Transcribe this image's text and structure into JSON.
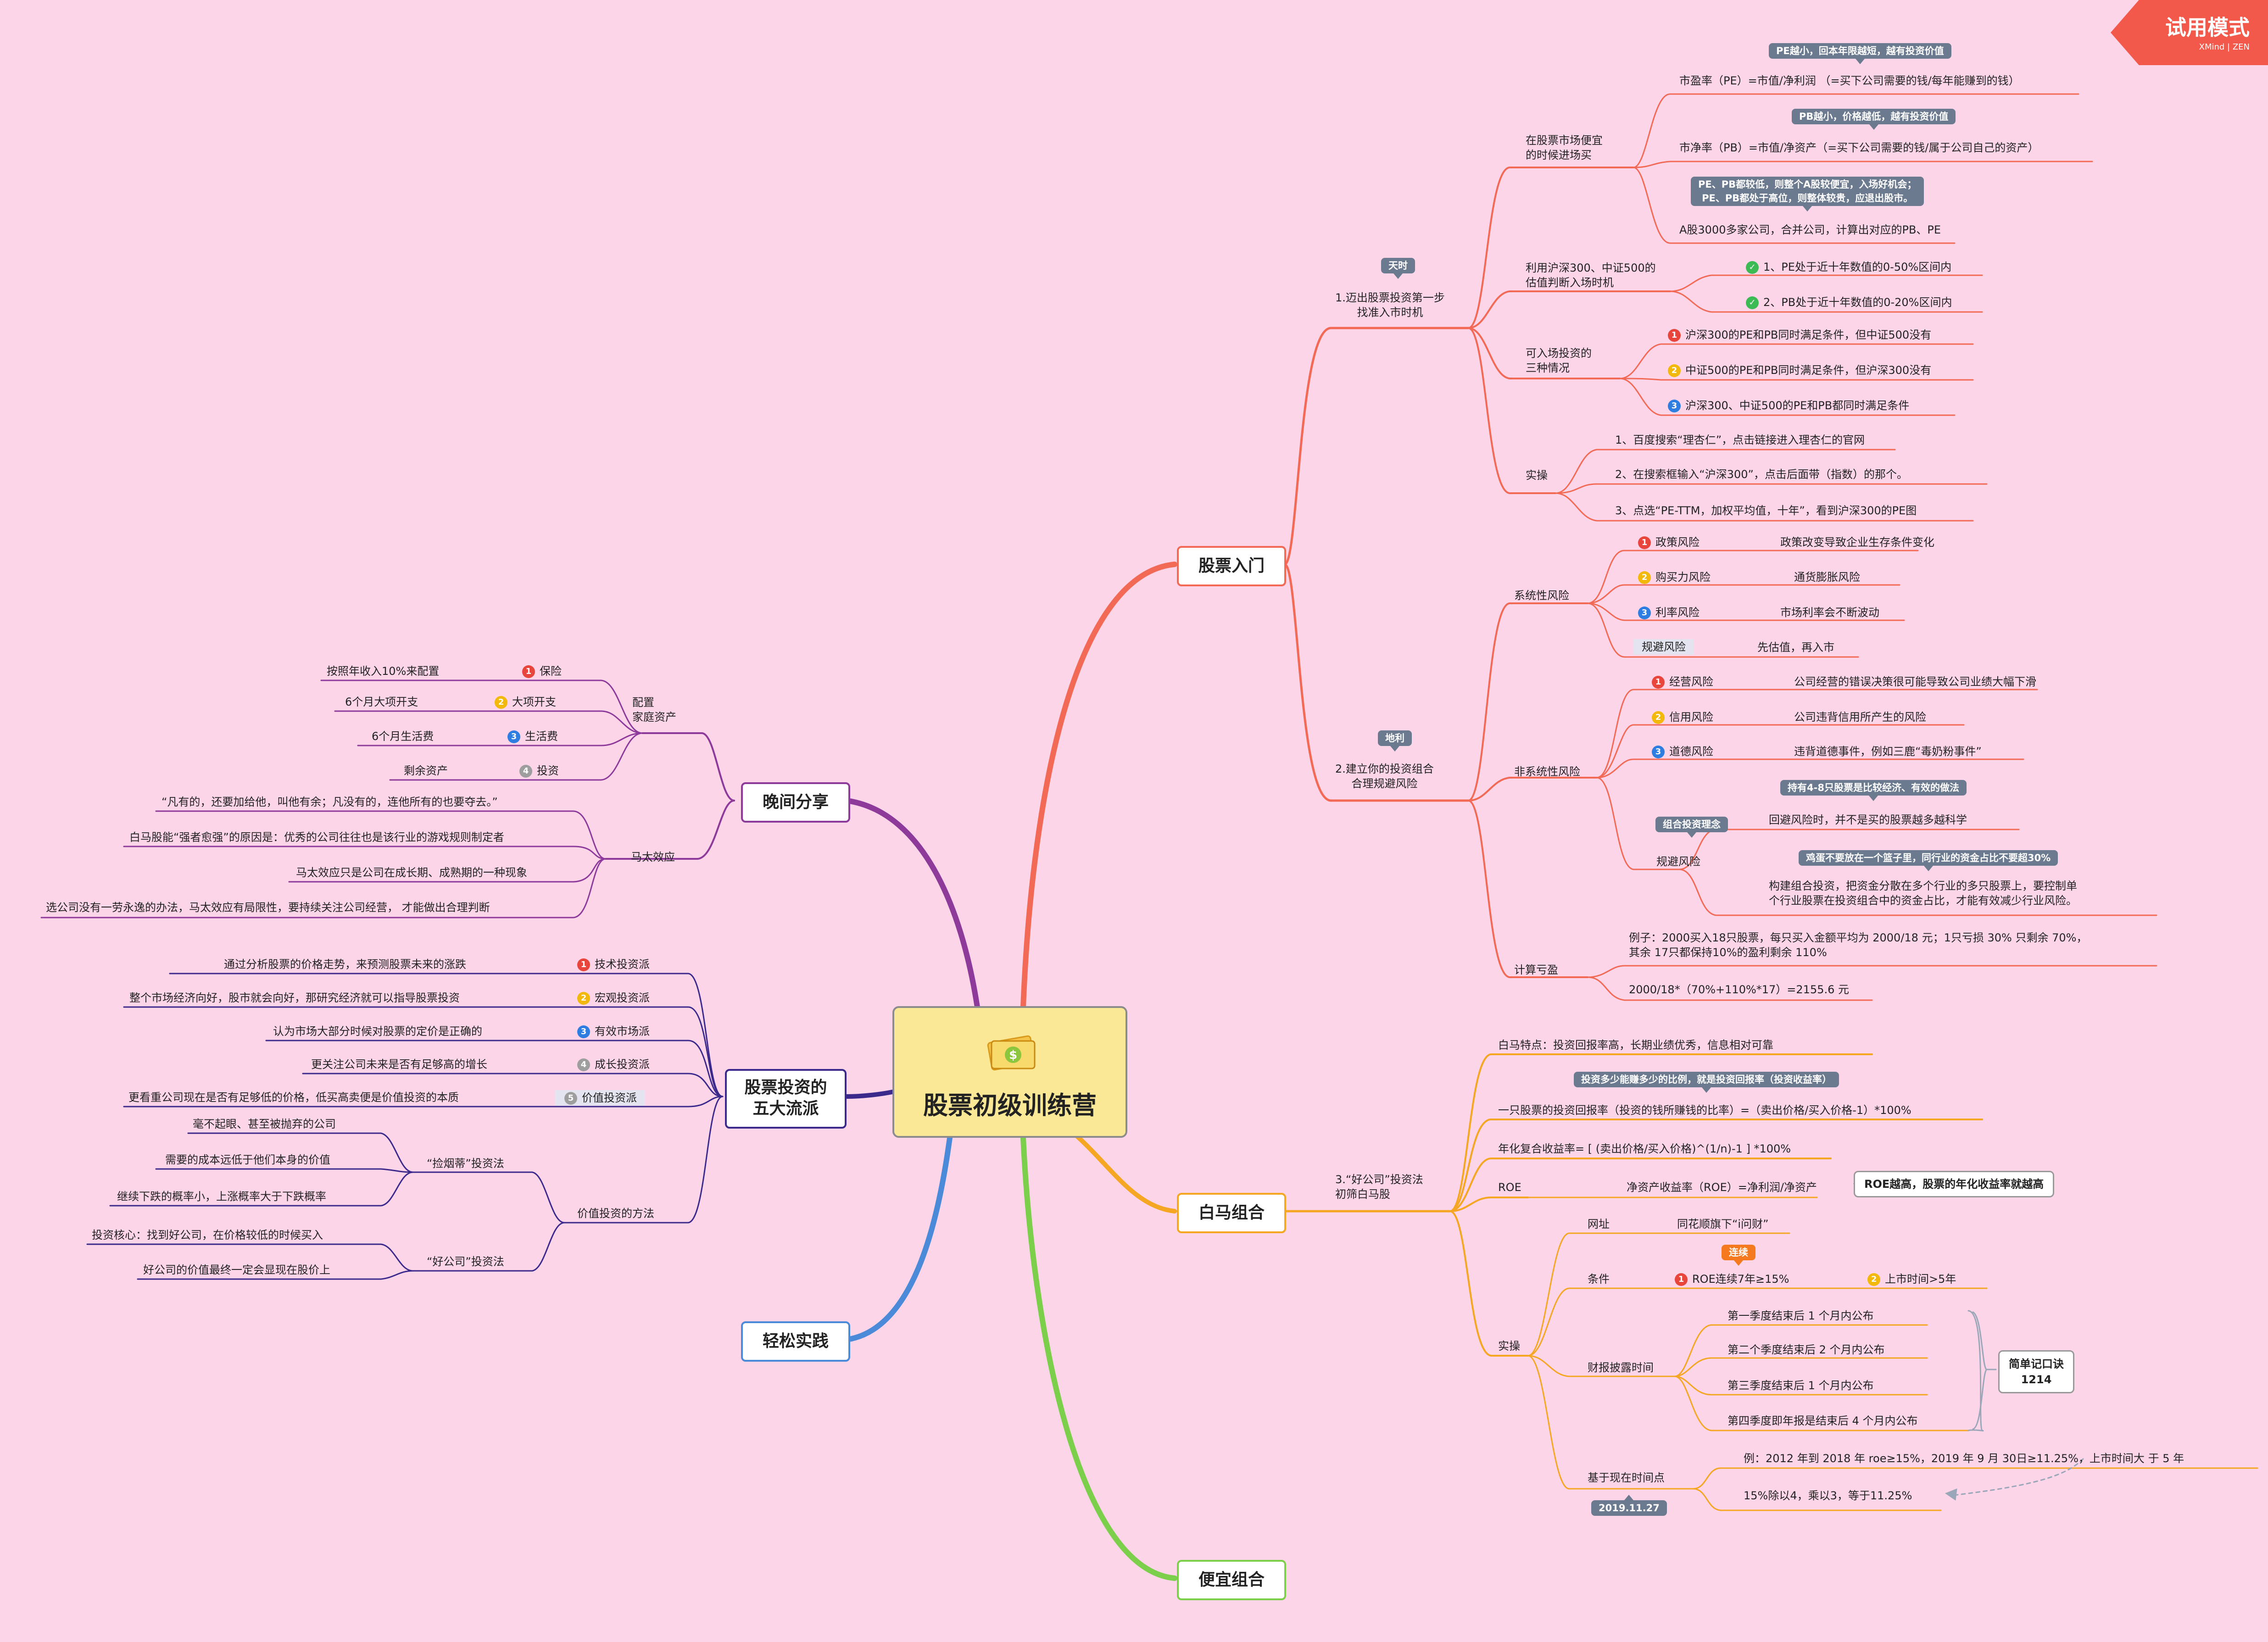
{
  "watermark": {
    "label": "试用模式",
    "sub": "XMind | ZEN"
  },
  "center": {
    "title": "股票初级训练营"
  },
  "branches": {
    "gprm": "股票入门",
    "bmzh": "白马组合",
    "pyzh": "便宜组合",
    "qsss": "轻松实践",
    "wjfx": "晚间分享",
    "wdlp": "股票投资的\n五大流派"
  },
  "gprm": {
    "tag_tianshi": "天时",
    "s1": "1.迈出股票投资第一步\n找准入市时机",
    "s1a": "在股票市场便宜\n的时候进场买",
    "pe_tag": "PE越小，回本年限越短，越有投资价值",
    "pe": "市盈率（PE）=市值/净利润 （=买下公司需要的钱/每年能赚到的钱）",
    "pb_tag": "PB越小，价格越低，越有投资价值",
    "pb": "市净率（PB）=市值/净资产（=买下公司需要的钱/属于公司自己的资产）",
    "a3000_tag": "PE、PB都较低，则整个A股较便宜，入场好机会；\nPE、PB都处于高位，则整体较贵，应退出股市。",
    "a3000": "A股3000多家公司，合并公司，计算出对应的PB、PE",
    "s1b": "利用沪深300、中证500的\n估值判断入场时机",
    "s1b1": "1、PE处于近十年数值的0-50%区间内",
    "s1b2": "2、PB处于近十年数值的0-20%区间内",
    "s1c": "可入场投资的\n三种情况",
    "s1c1": "沪深300的PE和PB同时满足条件，但中证500没有",
    "s1c2": "中证500的PE和PB同时满足条件，但沪深300没有",
    "s1c3": "沪深300、中证500的PE和PB都同时满足条件",
    "s1d": "实操",
    "s1d1": "1、百度搜索“理杏仁”，点击链接进入理杏仁的官网",
    "s1d2": "2、在搜索框输入“沪深300”，点击后面带（指数）的那个。",
    "s1d3": "3、点选“PE-TTM，加权平均值，十年”，看到沪深300的PE图",
    "tag_dili": "地利",
    "s2": "2.建立你的投资组合\n合理规避风险",
    "sys": "系统性风险",
    "sys1": "政策风险",
    "sys1d": "政策改变导致企业生存条件变化",
    "sys2": "购买力风险",
    "sys2d": "通货膨胀风险",
    "sys3": "利率风险",
    "sys3d": "市场利率会不断波动",
    "sys4": "规避风险",
    "sys4d": "先估值，再入市",
    "non": "非系统性风险",
    "non1": "经营风险",
    "non1d": "公司经营的错误决策很可能导致公司业绩大幅下滑",
    "non2": "信用风险",
    "non2d": "公司违背信用所产生的风险",
    "non3": "道德风险",
    "non3d": "违背道德事件，例如三鹿“毒奶粉事件”",
    "avoid_tag": "组合投资理念",
    "avoid": "规避风险",
    "avoid1_tag": "持有4-8只股票是比较经济、有效的做法",
    "avoid1": "回避风险时，并不是买的股票越多越科学",
    "avoid2_tag": "鸡蛋不要放在一个篮子里，同行业的资金占比不要超30%",
    "avoid2": "构建组合投资，把资金分散在多个行业的多只股票上，要控制单\n个行业股票在投资组合中的资金占比，才能有效减少行业风险。",
    "calc": "计算亏盈",
    "calc1": "例子：2000买入18只股票，每只买入金额平均为 2000/18 元；1只亏损 30% 只剩余 70%，\n其余 17只都保持10%的盈利剩余 110%",
    "calc2": "2000/18*（70%+110%*17）=2155.6 元"
  },
  "bmzh": {
    "s3": "3.“好公司”投资法\n初筛白马股",
    "feat": "白马特点：投资回报率高，长期业绩优秀，信息相对可靠",
    "ret_tag": "投资多少能赚多少的比例，就是投资回报率（投资收益率）",
    "ret": "一只股票的投资回报率（投资的钱所赚钱的比率）=（卖出价格/买入价格-1）*100%",
    "cagr": "年化复合收益率= [ (卖出价格/买入价格)^(1/n)-1 ] *100%",
    "roe": "ROE",
    "roe1": "净资产收益率（ROE）=净利润/净资产",
    "roe_box": "ROE越高，股票的年化收益率就越高",
    "op": "实操",
    "web": "网址",
    "web1": "同花顺旗下“i问财”",
    "cond": "条件",
    "cond_tag": "连续",
    "cond1": "ROE连续7年≥15%",
    "cond2": "上市时间>5年",
    "disc": "财报披露时间",
    "disc1": "第一季度结束后 1 个月内公布",
    "disc2": "第二个季度结束后 2 个月内公布",
    "disc3": "第三季度结束后 1 个月内公布",
    "disc4": "第四季度即年报是结束后 4 个月内公布",
    "disc_box": "简单记口诀\n1214",
    "now": "基于现在时间点",
    "now_tag": "2019.11.27",
    "now1": "例：2012 年到 2018 年 roe≥15%，2019 年 9 月 30日≥11.25%，上市时间大 于 5 年",
    "now2": "15%除以4，乘以3，等于11.25%"
  },
  "wjfx": {
    "cfg": "配置\n家庭资产",
    "c1": "按照年收入10%来配置",
    "c1l": "保险",
    "c2": "6个月大项开支",
    "c2l": "大项开支",
    "c3": "6个月生活费",
    "c3l": "生活费",
    "c4": "剩余资产",
    "c4l": "投资",
    "mt": "马太效应",
    "m1": "“凡有的，还要加给他，叫他有余；凡没有的，连他所有的也要夺去。”",
    "m2": "白马股能“强者愈强”的原因是：优秀的公司往往也是该行业的游戏规则制定者",
    "m3": "马太效应只是公司在成长期、成熟期的一种现象",
    "m4": "选公司没有一劳永逸的办法，马太效应有局限性，要持续关注公司经营， 才能做出合理判断"
  },
  "wdlp": {
    "p1": "通过分析股票的价格走势，来预测股票未来的涨跌",
    "p1l": "技术投资派",
    "p2": "整个市场经济向好，股市就会向好，那研究经济就可以指导股票投资",
    "p2l": "宏观投资派",
    "p3": "认为市场大部分时候对股票的定价是正确的",
    "p3l": "有效市场派",
    "p4": "更关注公司未来是否有足够高的增长",
    "p4l": "成长投资派",
    "p5": "更看重公司现在是否有足够低的价格，低买高卖便是价值投资的本质",
    "p5l": "价值投资派",
    "vm": "价值投资的方法",
    "cig": "“捡烟蒂”投资法",
    "cig1": "毫不起眼、甚至被抛弃的公司",
    "cig2": "需要的成本远低于他们本身的价值",
    "cig3": "继续下跌的概率小，上涨概率大于下跌概率",
    "good": "“好公司”投资法",
    "good1": "投资核心：找到好公司，在价格较低的时候买入",
    "good2": "好公司的价值最终一定会显现在股价上"
  },
  "colors": {
    "bg": "#fdd5e8",
    "red": "#f26a56",
    "orange": "#f5a623",
    "green": "#7ccf4b",
    "blue": "#4a8ad8",
    "purple": "#8e3a9a",
    "navy": "#3b2a8c"
  }
}
